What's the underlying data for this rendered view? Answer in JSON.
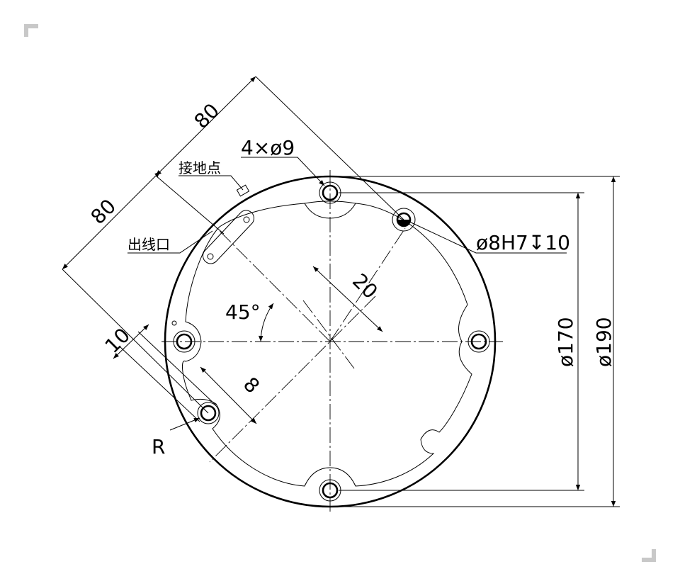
{
  "drawing": {
    "corner_mark_color": "#c8c8c8",
    "line_color": "#000000",
    "labels": {
      "hole_count": "4×ø9",
      "ground_point": "接地点",
      "cable_outlet": "出线口",
      "pin_hole": "ø8H7↧10",
      "dim_80_top": "80",
      "dim_80_left": "80",
      "dim_20": "20",
      "angle_45": "45°",
      "dim_10": "10",
      "dim_8": "8",
      "radius": "R",
      "dia_170": "ø170",
      "dia_190": "ø190"
    }
  }
}
